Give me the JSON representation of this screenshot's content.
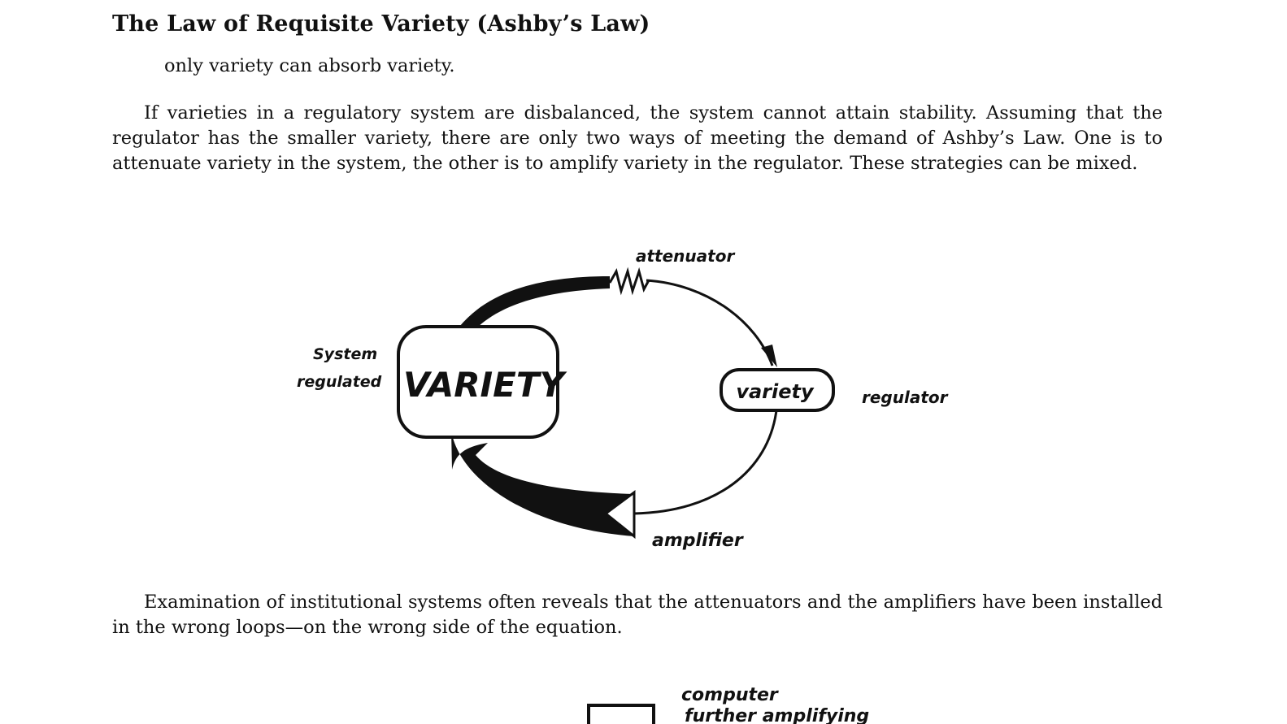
{
  "title": "The Law of Requisite Variety (Ashby’s Law)",
  "quote": "only variety can absorb variety.",
  "paragraphs": [
    "If varieties in a regulatory system are disbalanced, the system cannot attain stability. Assuming that the regulator has the smaller variety, there are only two ways of meeting the demand of Ashby’s Law. One is to attenuate variety in the system, the other is to amplify variety in the regulator. These strategies can be mixed.",
    "Examination of institutional systems often reveals that the attenuators and the amplifiers have been installed in the wrong loops—on the wrong side of the equation."
  ],
  "diagram": {
    "system_box": "VARIETY",
    "system_label_1": "System",
    "system_label_2": "regulated",
    "regulator_box": "variety",
    "regulator_label": "regulator",
    "attenuator_label": "attenuator",
    "amplifier_label": "amplifier"
  },
  "diagram2": {
    "label_1": "computer",
    "label_2": "further amplifying"
  }
}
